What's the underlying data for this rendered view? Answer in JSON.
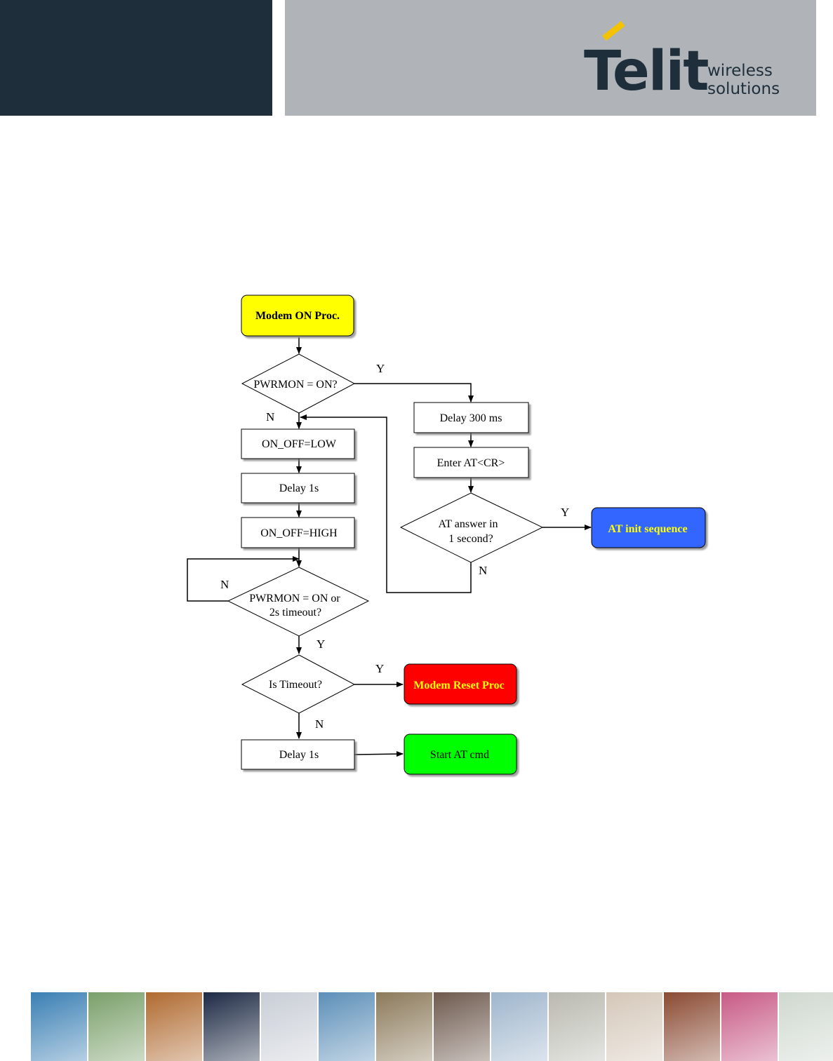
{
  "header": {
    "logo_word": "Telit",
    "logo_tag_line1": "wireless",
    "logo_tag_line2": "solutions"
  },
  "flowchart": {
    "modem_on": "Modem ON Proc.",
    "pwrmon_q": "PWRMON = ON?",
    "delay_300": "Delay 300 ms",
    "enter_at": "Enter AT<CR>",
    "at_answer_1": "AT answer in",
    "at_answer_2": "1 second?",
    "at_init": "AT init sequence",
    "on_off_low": "ON_OFF=LOW",
    "delay_1s_a": "Delay 1s",
    "on_off_high": "ON_OFF=HIGH",
    "pwrmon_timeout_1": "PWRMON = ON or",
    "pwrmon_timeout_2": "2s timeout?",
    "is_timeout": "Is Timeout?",
    "modem_reset": "Modem Reset Proc",
    "delay_1s_b": "Delay 1s",
    "start_at": "Start AT cmd",
    "label_y1": "Y",
    "label_n1": "N",
    "label_y2": "Y",
    "label_n2": "N",
    "label_n3": "N",
    "label_y3": "Y",
    "label_y4": "Y",
    "label_n4": "N"
  },
  "colors": {
    "header_dark": "#1e2f3b",
    "header_grey": "#b0b4b9",
    "logo_accent": "#f3c300",
    "start_fill": "#ffff00",
    "init_fill": "#3366ff",
    "reset_fill": "#ff0000",
    "start_at_fill": "#00ff00",
    "highlight_text": "#ffff00"
  },
  "footer_strip": {
    "tiles": [
      "#3a7fb4",
      "#7aa06a",
      "#b06a30",
      "#1d2a44",
      "#c9ced6",
      "#5c8fb8",
      "#8c7a5a",
      "#6e5a4e",
      "#9fb6cc",
      "#b9b9b0",
      "#d4c7b8",
      "#8a4a32",
      "#c85a86",
      "#cfd8cf"
    ]
  }
}
